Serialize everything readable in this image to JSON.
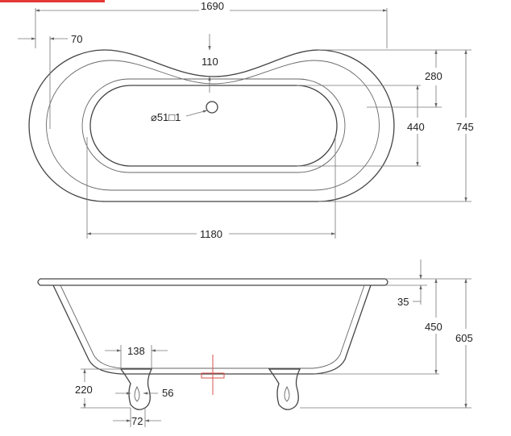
{
  "plan_view": {
    "overall_length": "1690",
    "rim_offset": "70",
    "rim_dip": "110",
    "outer_width": "745",
    "rim_width": "280",
    "inner_width": "440",
    "inner_length": "1180",
    "waste_label": "⌀51□1"
  },
  "elevation_view": {
    "rim_thickness": "35",
    "body_height": "450",
    "overall_height": "605",
    "foot_spacing": "138",
    "foot_height": "220",
    "foot_width": "56",
    "foot_base": "72"
  },
  "colors": {
    "line": "#444444",
    "dimension": "#777777",
    "accent": "#e53935"
  }
}
